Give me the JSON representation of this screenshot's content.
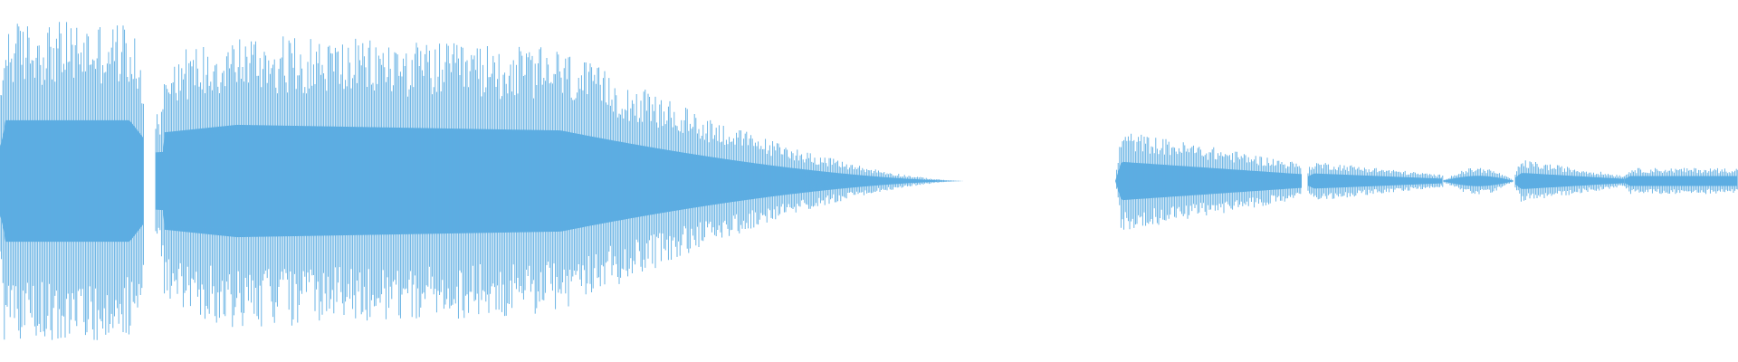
{
  "waveform": {
    "color": "#5dade2",
    "background": "#ffffff",
    "segments": [
      {
        "name": "segment-1",
        "start_s": 0.0,
        "end_s": 0.159,
        "peak_amplitude": 0.93
      },
      {
        "name": "segment-2",
        "start_s": 0.172,
        "end_s": 1.067,
        "peak_amplitude": 0.86
      },
      {
        "name": "segment-3",
        "start_s": 1.232,
        "end_s": 1.438,
        "peak_amplitude": 0.3
      },
      {
        "name": "segment-4",
        "start_s": 1.445,
        "end_s": 1.594,
        "peak_amplitude": 0.12
      },
      {
        "name": "segment-5",
        "start_s": 1.594,
        "end_s": 1.672,
        "peak_amplitude": 0.08
      },
      {
        "name": "segment-6",
        "start_s": 1.674,
        "end_s": 1.795,
        "peak_amplitude": 0.13
      },
      {
        "name": "segment-7",
        "start_s": 1.795,
        "end_s": 1.92,
        "peak_amplitude": 0.08
      }
    ]
  }
}
